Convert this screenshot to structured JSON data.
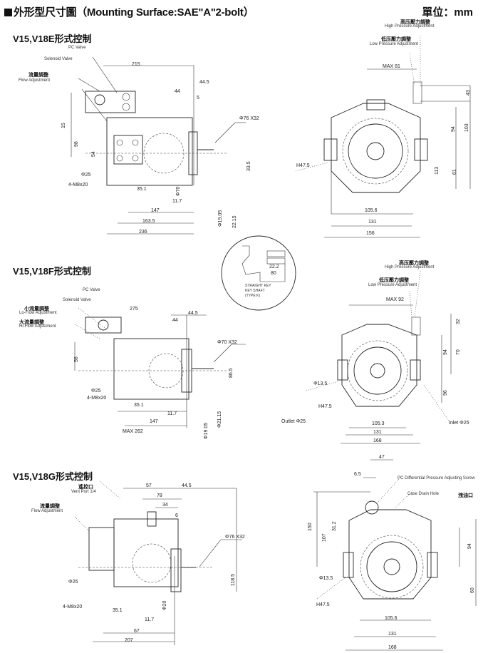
{
  "header": {
    "title": "外形型尺寸圖（Mounting Surface:SAE\"A\"2-bolt）",
    "unit": "單位：mm"
  },
  "sections": [
    {
      "title": "V15,V18E形式控制",
      "side_view": {
        "labels": [
          {
            "cn": "",
            "en": "PC Valve"
          },
          {
            "cn": "",
            "en": "Solenoid Valve"
          },
          {
            "cn": "流量調整",
            "en": "Flow Adjustment"
          }
        ],
        "dims": [
          "215",
          "44.5",
          "44",
          "5",
          "15",
          "98",
          "54",
          "Φ25",
          "4-M8x20",
          "35.1",
          "Φ76 X32",
          "147",
          "11.7",
          "Φ70",
          "163.5",
          "236",
          "Φ19.05",
          "33.5",
          "22.15"
        ]
      },
      "front_view": {
        "labels": [
          {
            "cn": "高压壓力調整",
            "en": "High Pressure Adjustment"
          },
          {
            "cn": "低压壓力調整",
            "en": "Low Pressure Adjustment"
          }
        ],
        "dims": [
          "MAX 81",
          "43",
          "103",
          "94",
          "61",
          "113",
          "H47.5",
          "105.6",
          "131",
          "156"
        ]
      }
    },
    {
      "title": "V15,V18F形式控制",
      "side_view": {
        "labels": [
          {
            "cn": "",
            "en": "PC Valve"
          },
          {
            "cn": "",
            "en": "Solenoid Valve"
          },
          {
            "cn": "小流量調整",
            "en": "Lo-Flow Adjustment"
          },
          {
            "cn": "大流量調整",
            "en": "Hi-Flow Adjustment"
          }
        ],
        "dims": [
          "275",
          "44",
          "44.5",
          "Φ70 X32",
          "56",
          "Φ25",
          "4-M8x20",
          "35.1",
          "11.7",
          "147",
          "MAX 262",
          "Φ19.05",
          "Φ21.15",
          "86.5"
        ]
      },
      "front_view": {
        "labels": [
          {
            "cn": "高压壓力調整",
            "en": "High Pressure Adjustment"
          },
          {
            "cn": "低压壓力調整",
            "en": "Low Pressure Adjustment"
          }
        ],
        "dims": [
          "MAX 92",
          "32",
          "94",
          "70",
          "96",
          "Φ13.5",
          "H47.5",
          "Outlet Φ25",
          "Inlet Φ25",
          "105.3",
          "131",
          "168"
        ]
      }
    },
    {
      "title": "V15,V18G形式控制",
      "side_view": {
        "labels": [
          {
            "cn": "遙控口",
            "en": "Vent Port 1/4"
          },
          {
            "cn": "流量調整",
            "en": "Flow Adjustment"
          }
        ],
        "dims": [
          "57",
          "44.5",
          "78",
          "34",
          "6",
          "Φ76 X32",
          "Φ25",
          "4-M8x20",
          "35.1",
          "11.7",
          "Φ20",
          "67",
          "207",
          "118.5"
        ]
      },
      "front_view": {
        "labels": [
          {
            "cn": "",
            "en": "PC Differential Pressure Adjusting Screw"
          },
          {
            "cn": "洩油口",
            "en": "Case Drain Hole"
          }
        ],
        "dims": [
          "47",
          "6.5",
          "150",
          "107",
          "31.2",
          "94",
          "60",
          "Φ13.5",
          "H47.5",
          "105.6",
          "131",
          "168"
        ]
      }
    }
  ],
  "detail_circle": {
    "dims": [
      "22.2",
      "80"
    ],
    "notes": [
      "STRAIGHT KEY",
      "KEY SHAFT",
      "(TYPE:K)"
    ]
  }
}
